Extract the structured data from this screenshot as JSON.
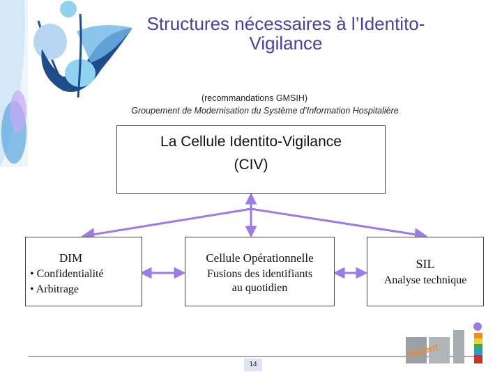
{
  "title_line1": "Structures nécessaires à l’Identito-",
  "title_line2": "Vigilance",
  "subtitle": "(recommandations  GMSIH)",
  "subtitle2": "Groupement de Modernisation du Système d’Information Hospitalière",
  "civ": {
    "line1": "La Cellule Identito-Vigilance",
    "line2": "(CIV)"
  },
  "dim": {
    "title": "DIM",
    "items": [
      "• Confidentialité",
      "• Arbitrage"
    ]
  },
  "cellule": {
    "title": "Cellule Opérationnelle",
    "line1": "Fusions des identifiants",
    "line2": "au quotidien"
  },
  "sil": {
    "title": "SIL",
    "line1": "Analyse  technique"
  },
  "logo_text": "Patient",
  "page_number": "14",
  "colors": {
    "title": "#4a3fa0",
    "arrow": "#9b7be8",
    "leaf": "#1f4d8c",
    "accent": "#2a9ad6"
  }
}
